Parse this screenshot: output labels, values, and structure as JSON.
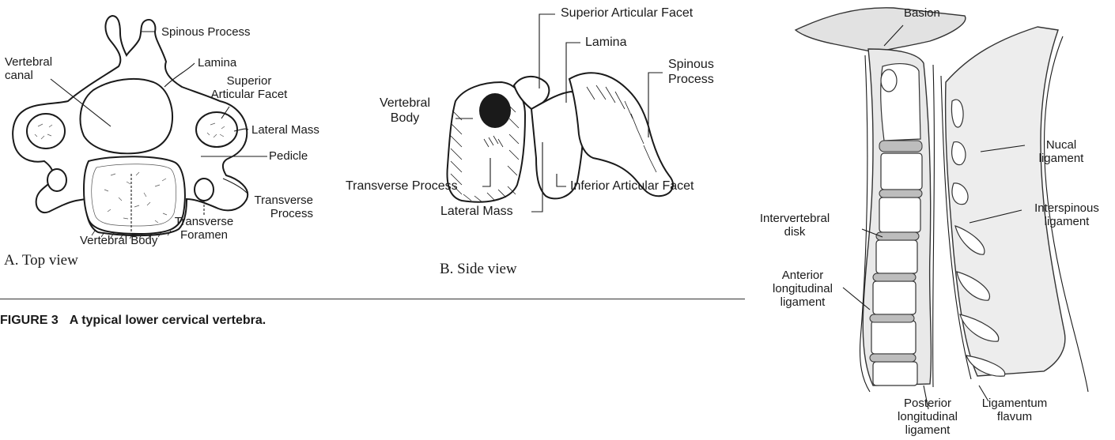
{
  "figure": {
    "number": "FIGURE 3",
    "caption": "A typical lower cervical vertebra."
  },
  "top_view": {
    "panel_label": "A. Top view",
    "labels": {
      "spinous_process": "Spinous Process",
      "vertebral_canal": "Vertebral\ncanal",
      "lamina": "Lamina",
      "superior_articular_facet": "Superior\nArticular Facet",
      "lateral_mass": "Lateral Mass",
      "pedicle": "Pedicle",
      "transverse_process": "Transverse\nProcess",
      "transverse_foramen": "Transverse\nForamen",
      "vertebral_body": "Vertebral Body"
    }
  },
  "side_view": {
    "panel_label": "B. Side view",
    "labels": {
      "superior_articular_facet": "Superior Articular Facet",
      "lamina": "Lamina",
      "spinous_process": "Spinous\nProcess",
      "vertebral_body": "Vertebral\nBody",
      "transverse_process": "Transverse Process",
      "inferior_articular_facet": "Inferior Articular Facet",
      "lateral_mass": "Lateral Mass"
    }
  },
  "spine_view": {
    "labels": {
      "basion": "Basion",
      "nucal_ligament": "Nucal\nligament",
      "interspinous_ligament": "Interspinous\nligament",
      "intervertebral_disk": "Intervertebral\ndisk",
      "anterior_longitudinal_ligament": "Anterior\nlongitudinal\nligament",
      "posterior_longitudinal_ligament": "Posterior\nlongitudinal\nligament",
      "ligamentum_flavum": "Ligamentum\nflavum"
    }
  }
}
